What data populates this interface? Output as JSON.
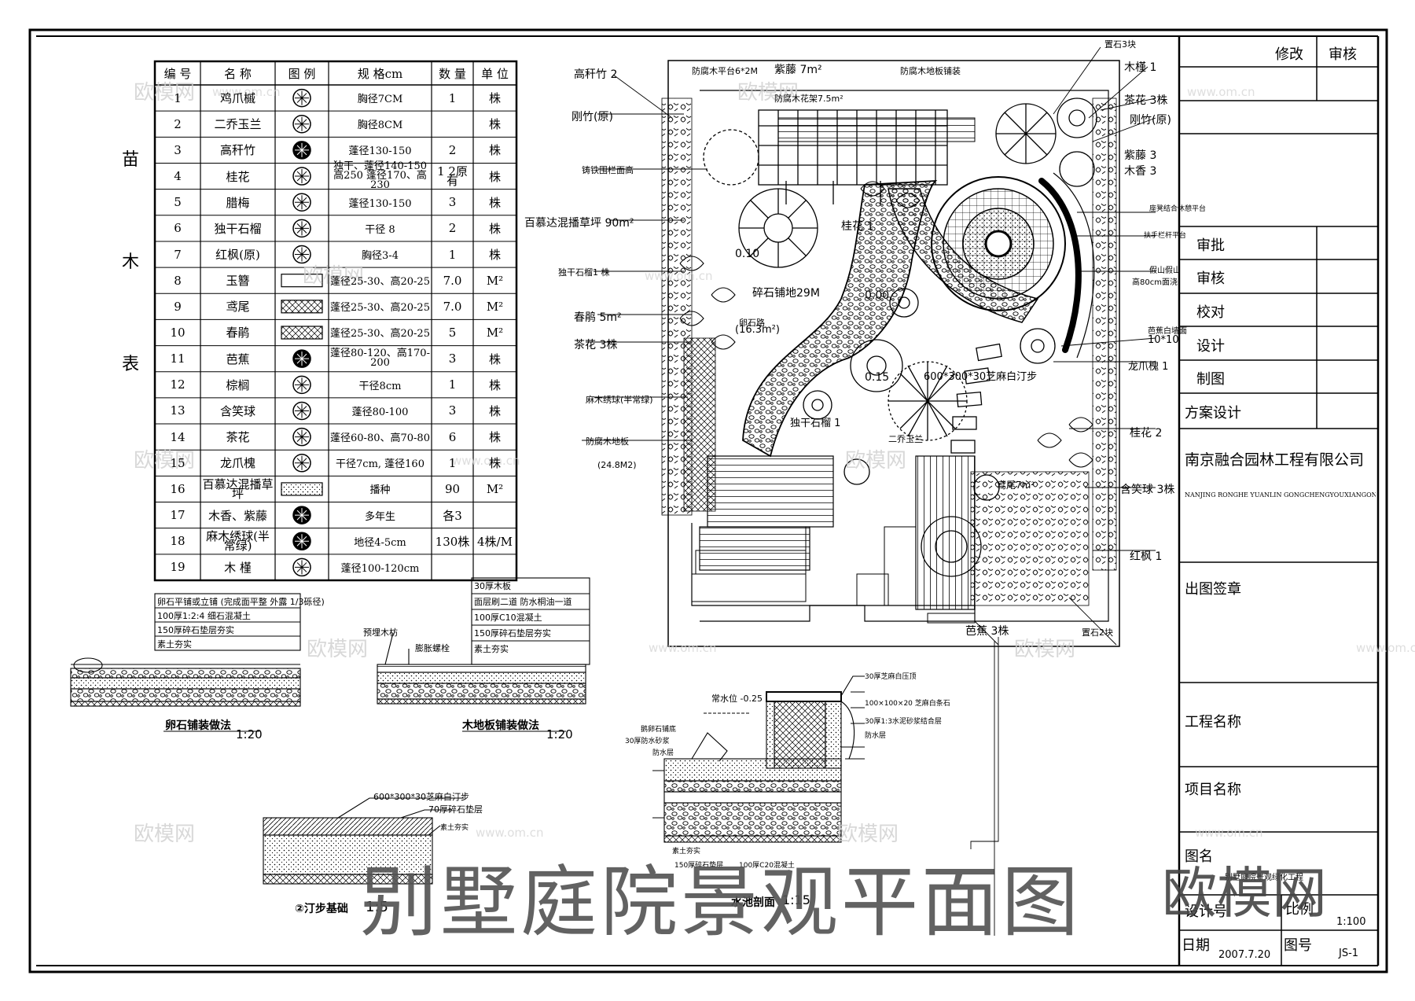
{
  "plant_table": {
    "side_label": [
      "苗",
      "木",
      "表"
    ],
    "headers": [
      "编 号",
      "名 称",
      "图 例",
      "规 格cm",
      "数 量",
      "单 位"
    ],
    "rows": [
      {
        "no": "1",
        "name": "鸡爪槭",
        "spec": "胸径7CM",
        "qty": "1",
        "unit": "株"
      },
      {
        "no": "2",
        "name": "二乔玉兰",
        "spec": "胸径8CM",
        "qty": "",
        "unit": "株"
      },
      {
        "no": "3",
        "name": "高秆竹",
        "spec": "蓬径130-150",
        "qty": "2",
        "unit": "株"
      },
      {
        "no": "4",
        "name": "桂花",
        "spec": "独干、蓬径140-150 高250 蓬径170、高230",
        "qty": "1 2原有",
        "unit": "株"
      },
      {
        "no": "5",
        "name": "腊梅",
        "spec": "蓬径130-150",
        "qty": "3",
        "unit": "株"
      },
      {
        "no": "6",
        "name": "独干石榴",
        "spec": "干径 8",
        "qty": "2",
        "unit": "株"
      },
      {
        "no": "7",
        "name": "红枫(原)",
        "spec": "胸径3-4",
        "qty": "1",
        "unit": "株"
      },
      {
        "no": "8",
        "name": "玉簪",
        "spec": "蓬径25-30、高20-25",
        "qty": "7.0",
        "unit": "M²"
      },
      {
        "no": "9",
        "name": "鸢尾",
        "spec": "蓬径25-30、高20-25",
        "qty": "7.0",
        "unit": "M²"
      },
      {
        "no": "10",
        "name": "春鹃",
        "spec": "蓬径25-30、高20-25",
        "qty": "5",
        "unit": "M²"
      },
      {
        "no": "11",
        "name": "芭蕉",
        "spec": "蓬径80-120、高170-200",
        "qty": "3",
        "unit": "株"
      },
      {
        "no": "12",
        "name": "棕榈",
        "spec": "干径8cm",
        "qty": "1",
        "unit": "株"
      },
      {
        "no": "13",
        "name": "含笑球",
        "spec": "蓬径80-100",
        "qty": "3",
        "unit": "株"
      },
      {
        "no": "14",
        "name": "茶花",
        "spec": "蓬径60-80、高70-80",
        "qty": "6",
        "unit": "株"
      },
      {
        "no": "15",
        "name": "龙爪槐",
        "spec": "干径7cm, 蓬径160",
        "qty": "1",
        "unit": "株"
      },
      {
        "no": "16",
        "name": "百慕达混播草坪",
        "spec": "播种",
        "qty": "90",
        "unit": "M²"
      },
      {
        "no": "17",
        "name": "木香、紫藤",
        "spec": "多年生",
        "qty": "各3",
        "unit": ""
      },
      {
        "no": "18",
        "name": "麻木绣球(半常绿)",
        "spec": "地径4-5cm",
        "qty": "130株",
        "unit": "4株/M"
      },
      {
        "no": "19",
        "name": "木 槿",
        "spec": "蓬径100-120cm",
        "qty": "",
        "unit": ""
      }
    ]
  },
  "details": {
    "cobble_layers": [
      "卵石平铺或立铺 (完成面平整 外露 1/3砾径)",
      "100厚1:2:4 细石混凝土",
      "150厚碎石垫层夯实",
      "素土夯实"
    ],
    "cobble_title": "卵石铺装做法",
    "cobble_scale": "1:20",
    "deck_layers": [
      "30厚木板",
      "面层刷二道 防水桐油一道",
      "100厚C10混凝土",
      "150厚碎石垫层夯实",
      "素土夯实"
    ],
    "deck_notes": [
      "预埋木枋",
      "膨胀螺栓"
    ],
    "deck_title": "木地板铺装做法",
    "deck_scale": "1:20",
    "step_top": "600*300*30芝麻白汀步",
    "step_layers": [
      "70厚碎石垫层",
      "素土夯实"
    ],
    "step_title": "②汀步基础",
    "step_scale": "1:5",
    "pool_water_level": "常水位 -0.25",
    "pool_notes": [
      "30厚芝麻白压顶",
      "100×100×20 芝麻白条石",
      "30厚1:3水泥砂浆结合层",
      "防水层",
      "鹅卵石铺底",
      "30厚防水砂浆",
      "防水层",
      "素土夯实",
      "150厚碎石垫层",
      "100厚C20混凝土"
    ],
    "pool_title": "水池剖面",
    "pool_scale": "1:15"
  },
  "plan_labels": {
    "top": [
      "高秆竹 2",
      "防腐木平台6*2M",
      "紫藤 7m²",
      "防腐木花架7.5m²",
      "防腐木地板铺装",
      "置石3块",
      "木槿 1",
      "茶花 3株",
      "刚竹(原)"
    ],
    "left": [
      "刚竹(原)",
      "铸铁围栏面高",
      "百慕达混播草坪 90m²",
      "独干石榴1 株",
      "春鹃 5m²",
      "茶花 3株",
      "麻木绣球(半常绿)",
      "防腐木地板",
      "(24.8M2)"
    ],
    "center": [
      "桂花 1",
      "0.10",
      "卵石路",
      "(16.3m²)",
      "碎石铺地29M",
      "0.00",
      "600*300*30芝麻白汀步",
      "0.15",
      "独干石榴 1",
      "二乔玉兰",
      "鸢尾7m²"
    ],
    "right": [
      "紫藤 3",
      "木香 3",
      "座凳结合休憩平台",
      "扶手栏杆平台",
      "假山假山",
      "高80cm面浇",
      "芭蕉白墙面",
      "10*10",
      "龙爪槐 1",
      "桂花 2",
      "含笑球 3株",
      "红枫 1"
    ],
    "bottom": [
      "芭蕉 3株",
      "置石2块"
    ]
  },
  "title_block": {
    "revision": "修改",
    "review_top": "审核",
    "approve": "审批",
    "review": "审核",
    "check": "校对",
    "design": "设计",
    "draw": "制图",
    "scheme": "方案设计",
    "company": "南京融合园林工程有限公司",
    "company_en": "NANJING RONGHE YUANLIN GONGCHENGYOUXIANGONGSI",
    "seal": "出图签章",
    "project_name": "工程名称",
    "item_name": "项目名称",
    "drawing_name": "图名",
    "drawing_name_value": "别墅庭院景观绿化工程",
    "design_no": "设计号",
    "scale_label": "比例",
    "scale_value": "1:100",
    "date_label": "日期",
    "date_value": "2007.7.20",
    "sheet_label": "图号",
    "sheet_value": "JS-1"
  },
  "overlay": {
    "title": "别墅庭院景观平面图",
    "brand": "欧模网",
    "watermark_cn": "欧模网",
    "watermark_url": "www.om.cn"
  }
}
